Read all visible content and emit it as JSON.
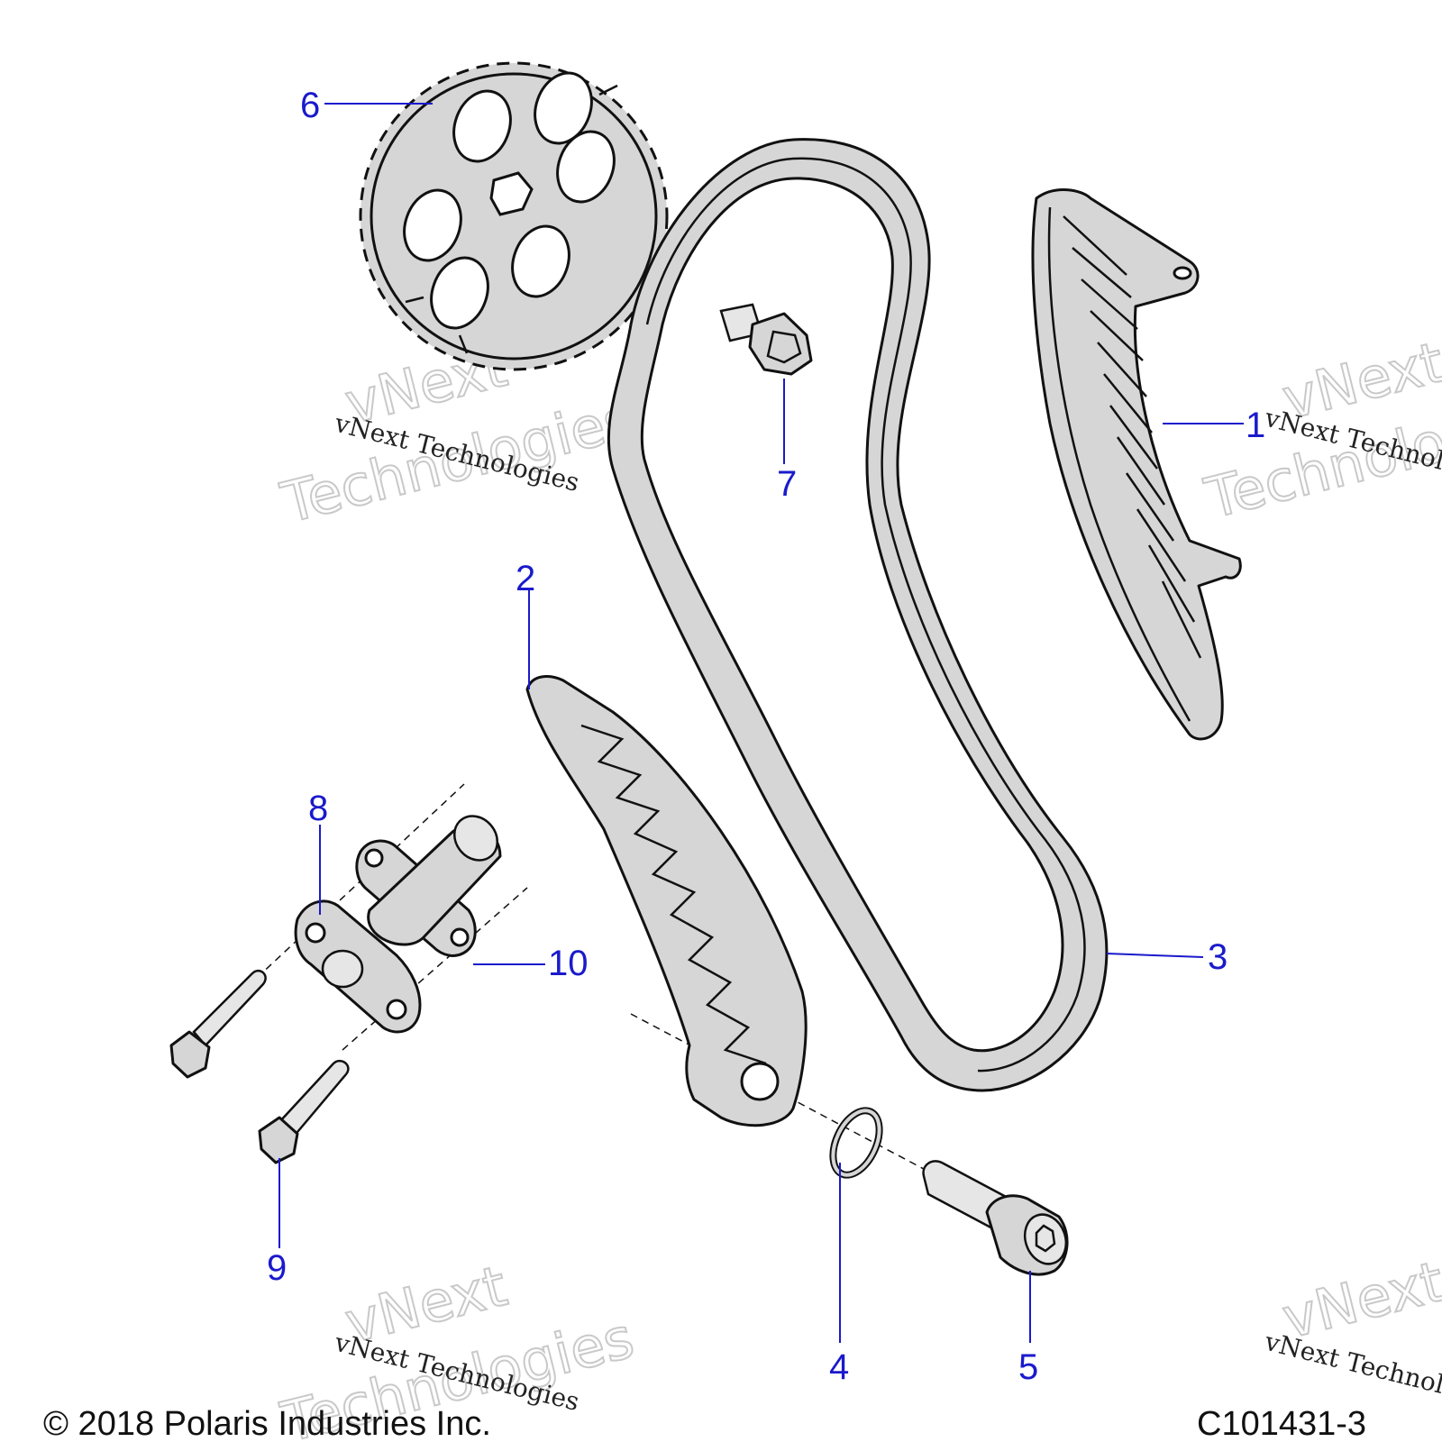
{
  "callouts": {
    "c1": "1",
    "c2": "2",
    "c3": "3",
    "c4": "4",
    "c5": "5",
    "c6": "6",
    "c7": "7",
    "c8": "8",
    "c9": "9",
    "c10": "10"
  },
  "watermark": {
    "line1": "vNext",
    "line2": "Technologies",
    "caption": "vNext Technologies"
  },
  "footer": {
    "copyright": "© 2018 Polaris Industries Inc.",
    "drawing_id": "C101431-3"
  },
  "colors": {
    "callout": "#1a1acc",
    "part_fill": "#d6d6d6",
    "outline": "#111111"
  }
}
